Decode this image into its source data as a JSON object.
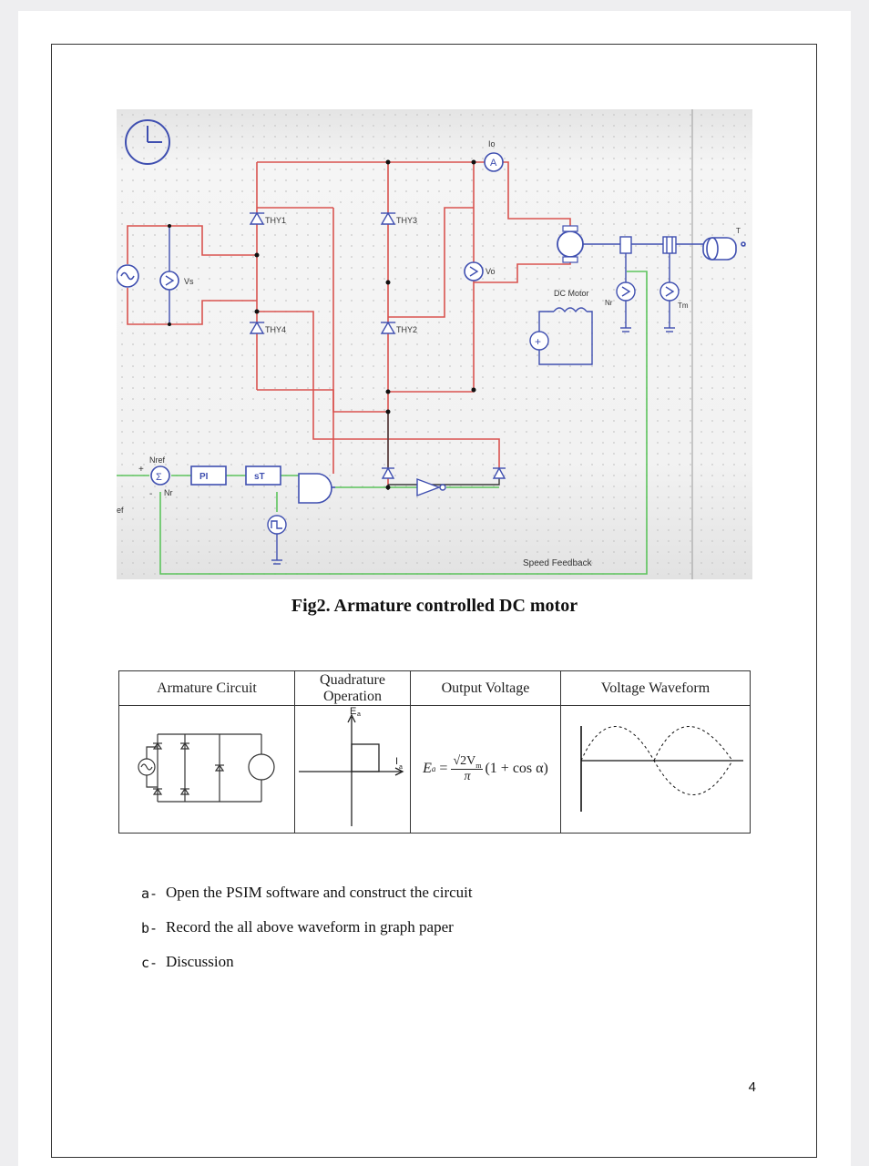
{
  "figure": {
    "labels": {
      "io": "Io",
      "ammeter": "A",
      "vs": "Vs",
      "vo": "Vo",
      "thy1": "THY1",
      "thy2": "THY2",
      "thy3": "THY3",
      "thy4": "THY4",
      "dc_motor": "DC Motor",
      "nr_sensor": "Nr",
      "tm": "Tm",
      "t": "T",
      "nref": "Nref",
      "nr_feedback": "Nr",
      "pi": "PI",
      "st": "sT",
      "ef": "ef",
      "speed_feedback": "Speed Feedback",
      "plus": "+",
      "minus": "-"
    },
    "colors": {
      "power_wire": "#d9534f",
      "gate_wire": "#3a3a3a",
      "feedback_wire": "#5cc35c",
      "component": "#3f4fb0",
      "background": "#f3f3f3",
      "grid_dot": "#c7c7c7"
    }
  },
  "caption": "Fig2. Armature controlled DC motor",
  "table": {
    "headers": [
      "Armature Circuit",
      "Quadrature Operation",
      "Output Voltage",
      "Voltage Waveform"
    ],
    "quadrant_axes": {
      "y": "E",
      "y_sub": "a",
      "x": "I",
      "x_sub": "a"
    },
    "formula": {
      "lhs": "E",
      "lhs_sub": "a",
      "eq": "=",
      "num": "√2V",
      "num_sub": "m",
      "den": "π",
      "rest": "(1 + cos α)"
    }
  },
  "steps": [
    {
      "label": "a-",
      "text": "Open the PSIM software and construct the circuit"
    },
    {
      "label": "b-",
      "text": "Record the all above waveform in graph paper"
    },
    {
      "label": "c-",
      "text": "Discussion"
    }
  ],
  "page_number": "4"
}
